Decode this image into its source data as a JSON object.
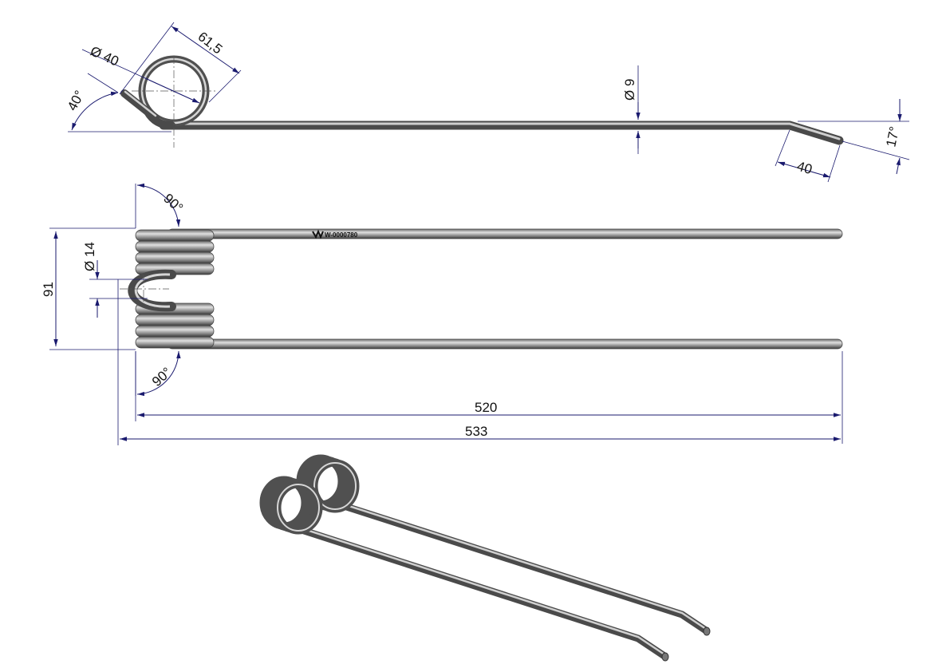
{
  "side_view": {
    "coil_diameter": "Ø 40",
    "coil_width": "61,5",
    "leg_angle": "40°",
    "wire_diameter": "Ø 9",
    "tip_length": "40",
    "tip_angle": "17°"
  },
  "top_view": {
    "angle_upper": "90°",
    "angle_lower": "90°",
    "loop_diameter": "Ø 14",
    "overall_width": "91",
    "marking": "W-0000780",
    "length_inner": "520",
    "length_overall": "533"
  },
  "colors": {
    "dimension": "#1a1a6e",
    "wire": "#4a4a4a",
    "highlight": "#d6d6d6"
  }
}
